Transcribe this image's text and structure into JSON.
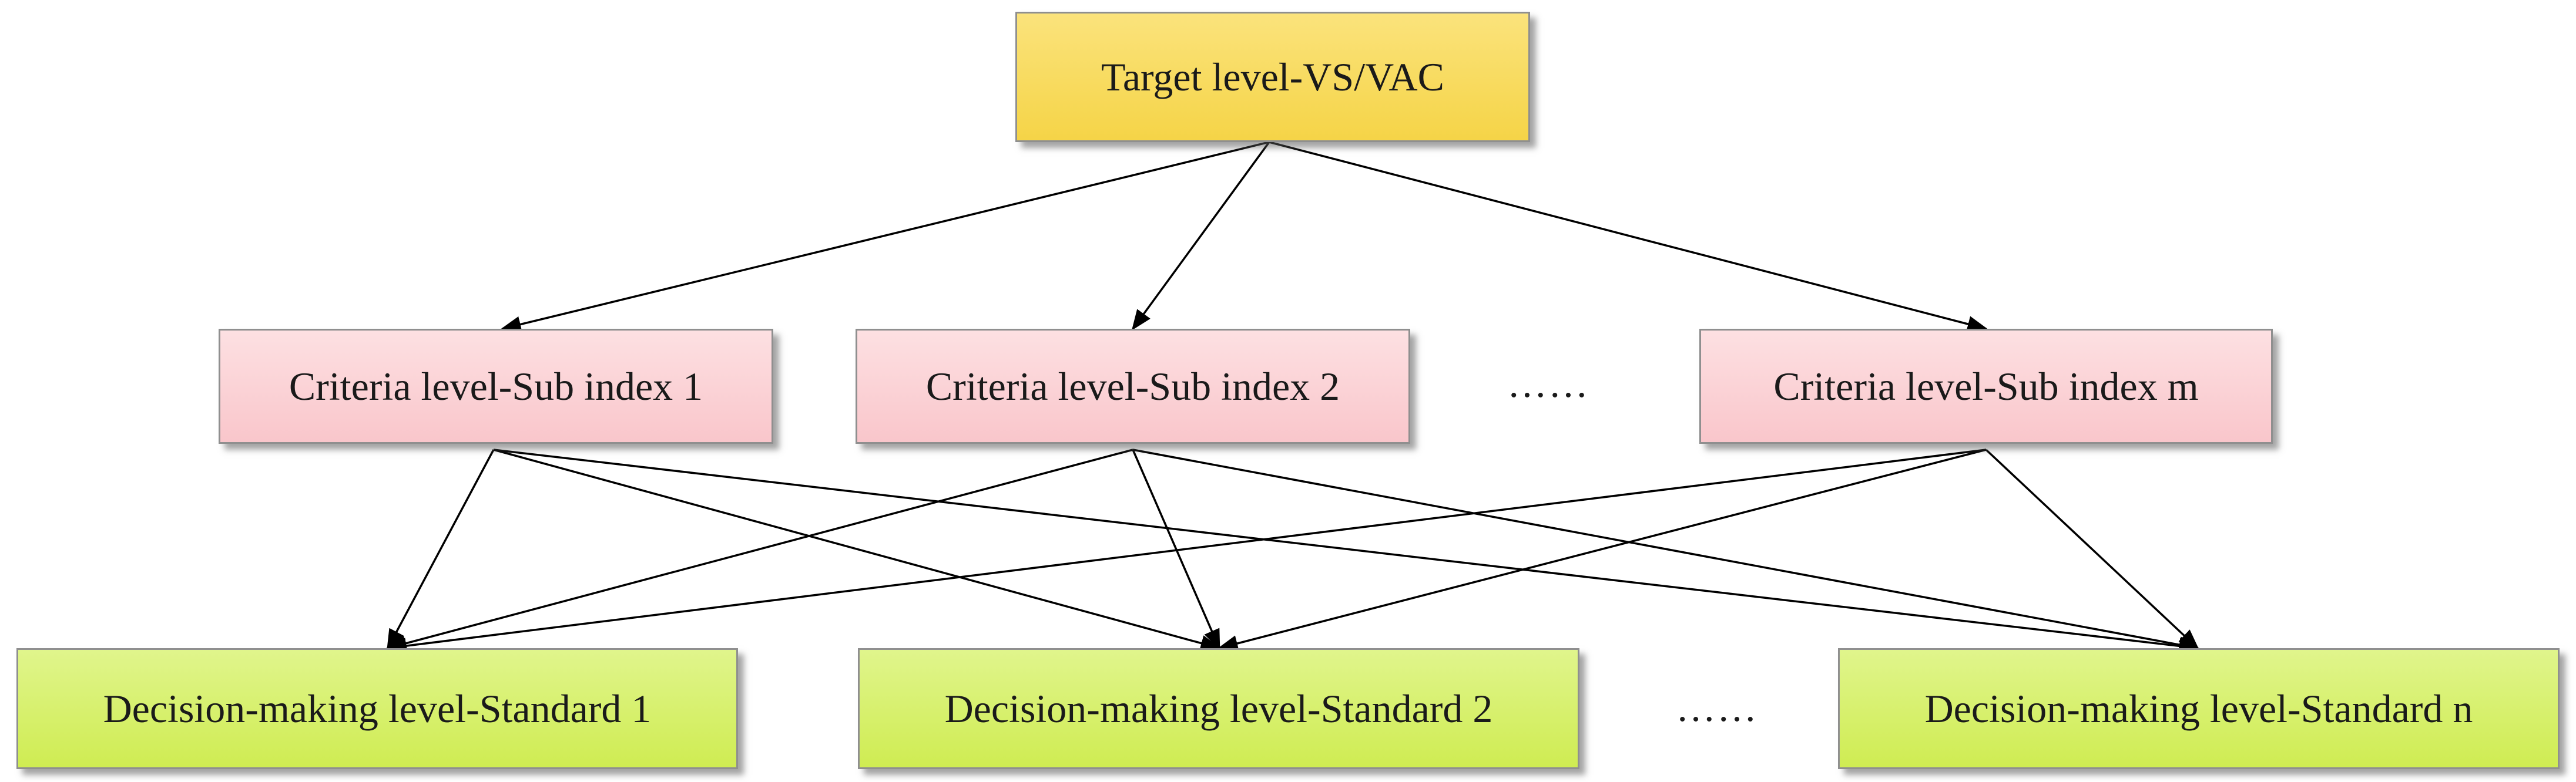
{
  "target": {
    "label": "Target level-VS/VAC"
  },
  "criteria": [
    {
      "label": "Criteria level-Sub index 1"
    },
    {
      "label": "Criteria level-Sub index 2"
    },
    {
      "label": "Criteria level-Sub index m"
    }
  ],
  "criteria_ellipsis": "……",
  "decisions": [
    {
      "label": "Decision-making level-Standard 1"
    },
    {
      "label": "Decision-making level-Standard 2"
    },
    {
      "label": "Decision-making level-Standard n"
    }
  ],
  "decision_ellipsis": "……",
  "colors": {
    "target_fill": "#F5D447",
    "criteria_fill": "#F9C6CB",
    "decision_fill": "#CFEC52",
    "arrow": "#000000"
  }
}
